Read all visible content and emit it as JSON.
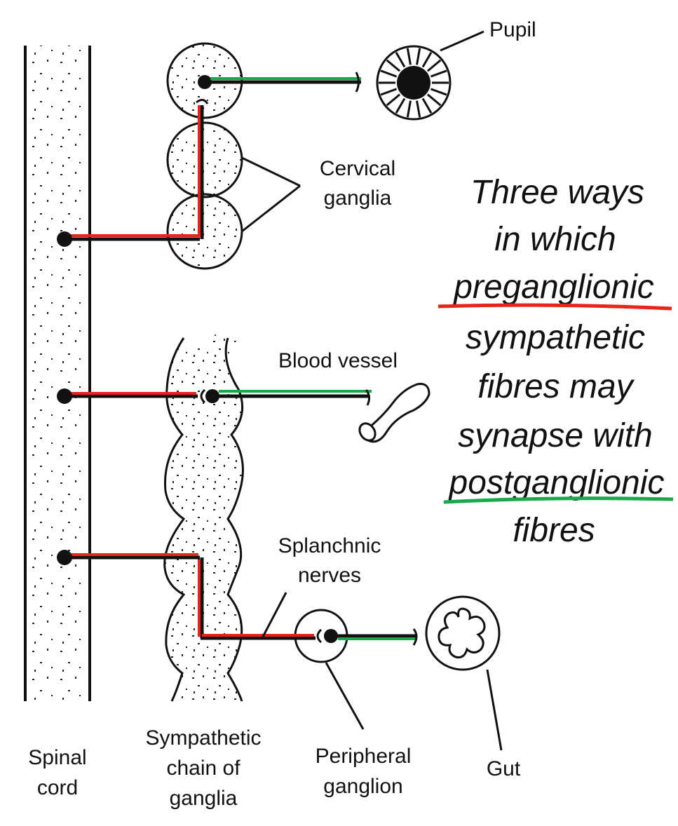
{
  "labels": {
    "pupil": "Pupil",
    "cervical_1": "Cervical",
    "cervical_2": "ganglia",
    "blood_vessel": "Blood vessel",
    "splanchnic_1": "Splanchnic",
    "splanchnic_2": "nerves",
    "spinal_1": "Spinal",
    "spinal_2": "cord",
    "chain_1": "Sympathetic",
    "chain_2": "chain of",
    "chain_3": "ganglia",
    "peripheral_1": "Peripheral",
    "peripheral_2": "ganglion",
    "gut": "Gut"
  },
  "title": {
    "line1": "Three ways",
    "line2": "in which",
    "line3": "preganglionic",
    "line4": "sympathetic",
    "line5": "fibres may",
    "line6": "synapse with",
    "line7": "postganglionic",
    "line8": "fibres"
  },
  "colors": {
    "preganglionic": "#e8231a",
    "postganglionic": "#1aa84b",
    "ink": "#111111"
  }
}
